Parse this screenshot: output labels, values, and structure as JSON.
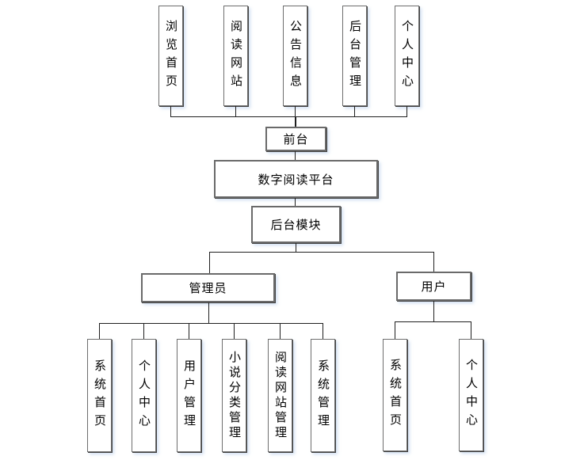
{
  "diagram": {
    "title": "数字阅读平台",
    "frontend": {
      "label": "前台",
      "children": [
        "浏览首页",
        "阅读网站",
        "公告信息",
        "后台管理",
        "个人中心"
      ]
    },
    "backend": {
      "label": "后台模块",
      "admin": {
        "label": "管理员",
        "children": [
          "系统首页",
          "个人中心",
          "用户管理",
          "小说分类管理",
          "阅读网站管理",
          "系统管理"
        ]
      },
      "user": {
        "label": "用户",
        "children": [
          "系统首页",
          "个人中心"
        ]
      }
    },
    "colors": {
      "background": "#ffffff",
      "box_fill": "#ffffff",
      "box_border": "#6e6e6e",
      "connector": "#1f1f1f",
      "text": "#000000",
      "shadow_tint": "#bad0eb"
    }
  }
}
